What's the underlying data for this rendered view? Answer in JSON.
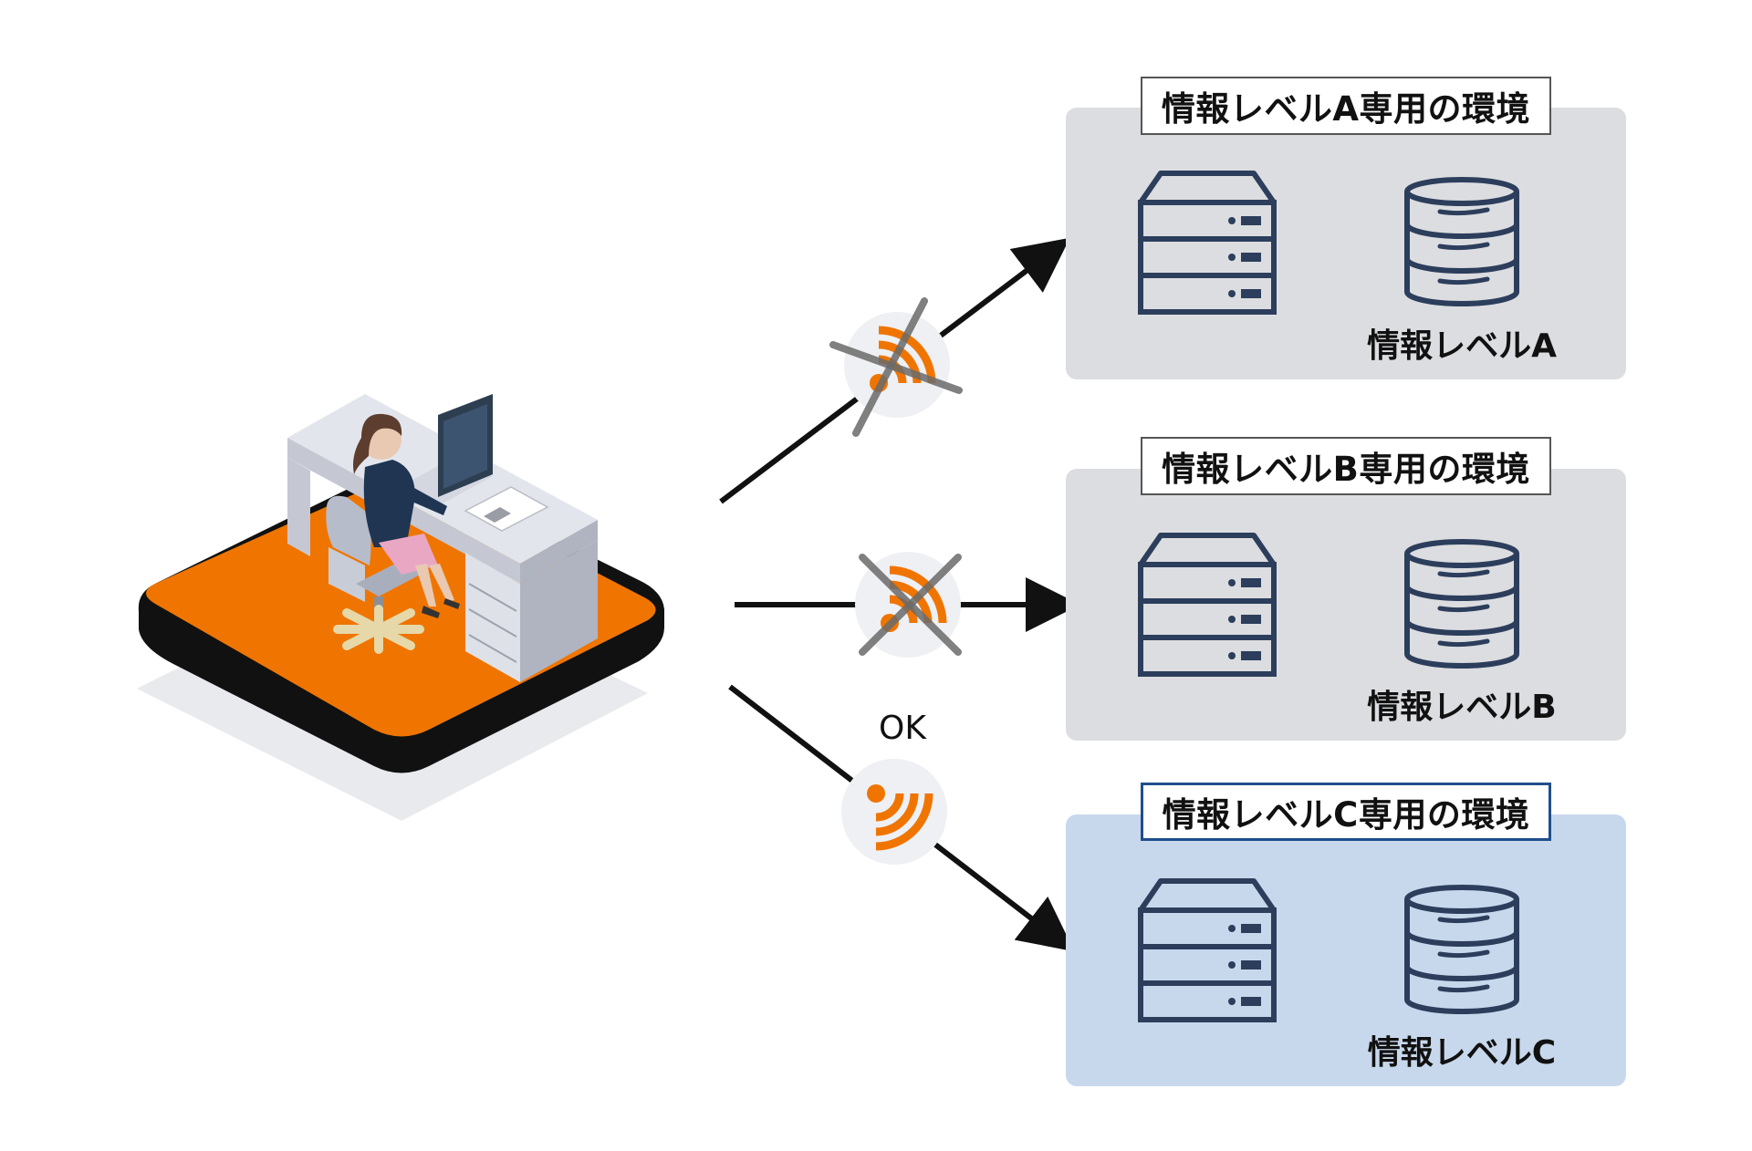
{
  "environments": [
    {
      "title": "情報レベルA専用の環境",
      "db_label": "情報レベルA",
      "access": "blocked"
    },
    {
      "title": "情報レベルB専用の環境",
      "db_label": "情報レベルB",
      "access": "blocked"
    },
    {
      "title": "情報レベルC専用の環境",
      "db_label": "情報レベルC",
      "access": "allowed"
    }
  ],
  "connection_ok_label": "OK",
  "colors": {
    "accent_orange": "#ef7500",
    "env_inactive_bg": "#dcdde0",
    "env_active_bg": "#c8d8ec",
    "icon_stroke": "#2c3e5c",
    "cross_gray": "#6b6b6b",
    "active_border": "#1f4e8c"
  }
}
